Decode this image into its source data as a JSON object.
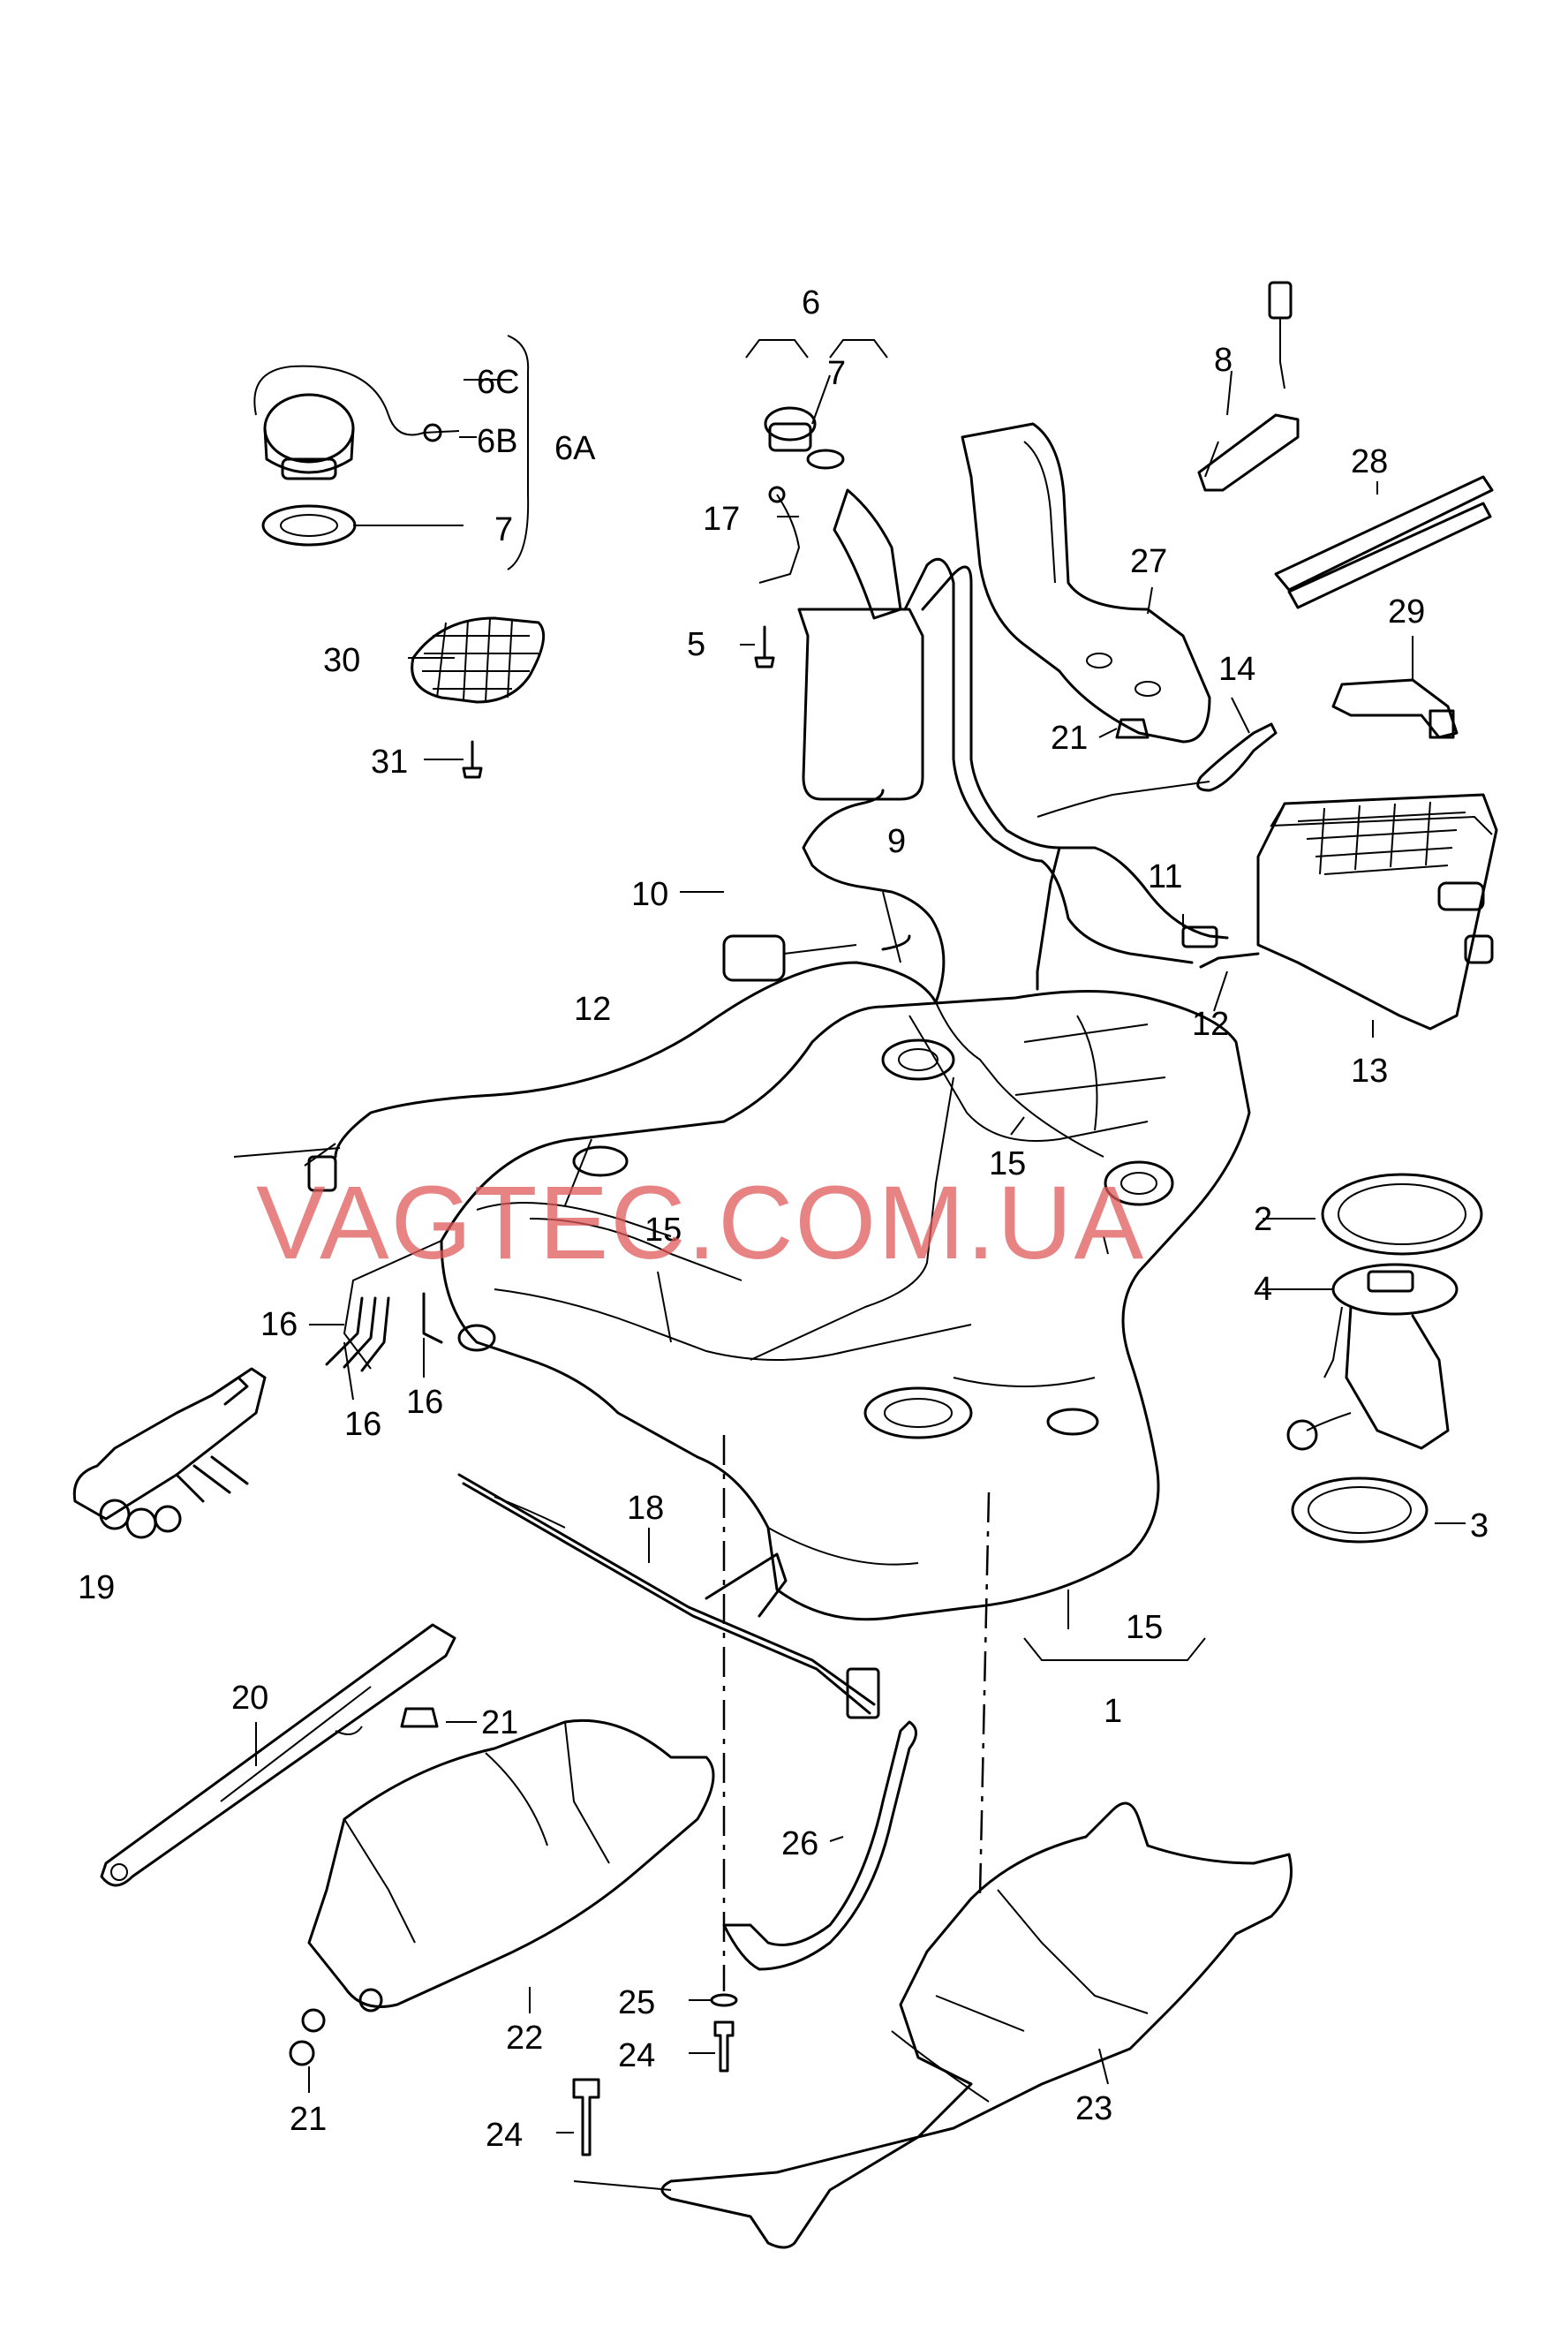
{
  "watermark": "VAGTEC.COM.UA",
  "callouts": {
    "c1": "1",
    "c2": "2",
    "c3": "3",
    "c4": "4",
    "c5": "5",
    "c6": "6",
    "c6a": "6A",
    "c6b": "6B",
    "c6c": "6C",
    "c7a": "7",
    "c7b": "7",
    "c8": "8",
    "c9": "9",
    "c10": "10",
    "c11": "11",
    "c12a": "12",
    "c12b": "12",
    "c13": "13",
    "c14": "14",
    "c15a": "15",
    "c15b": "15",
    "c15c": "15",
    "c16a": "16",
    "c16b": "16",
    "c16c": "16",
    "c17": "17",
    "c18": "18",
    "c19": "19",
    "c20": "20",
    "c21a": "21",
    "c21b": "21",
    "c21c": "21",
    "c22": "22",
    "c23": "23",
    "c24a": "24",
    "c24b": "24",
    "c25": "25",
    "c26": "26",
    "c27": "27",
    "c28": "28",
    "c29": "29",
    "c30": "30",
    "c31": "31"
  }
}
